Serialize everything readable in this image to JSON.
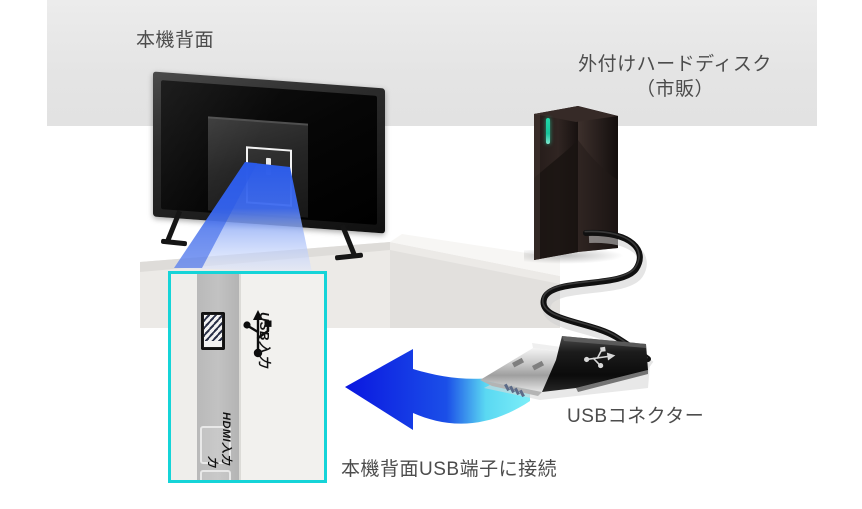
{
  "diagram": {
    "title_tv_back": "本機背面",
    "label_hdd": "外付けハードディスク\n（市販）",
    "label_hdd_line1": "外付けハードディスク",
    "label_hdd_line2": "（市販）",
    "label_usb_connector": "USBコネクター",
    "label_connect_note": "本機背面USB端子に接続"
  },
  "inset": {
    "usb_port_label": "USB入力",
    "hdmi_port_label": "HDMI入力",
    "hdmi_port_label_partial": "力",
    "border_color": "#15d4d8"
  },
  "colors": {
    "background_band": "#e4e4e4",
    "page_background": "#ffffff",
    "label_text": "#4c4c4c",
    "arrow_blue": "#0a16e0",
    "arrow_cyan": "#6ceaf5",
    "beam_blue": "#2a5ae8",
    "inset_border_cyan": "#15d4d8",
    "hdd_led_green": "#1fd8a8",
    "tv_body_dark": "#1d1d1d"
  },
  "icons": {
    "usb_trident": "usb-trident-icon",
    "usb_port": "usb-port-icon",
    "hdmi_port": "hdmi-port-icon",
    "hdd_led": "led-indicator-icon"
  }
}
